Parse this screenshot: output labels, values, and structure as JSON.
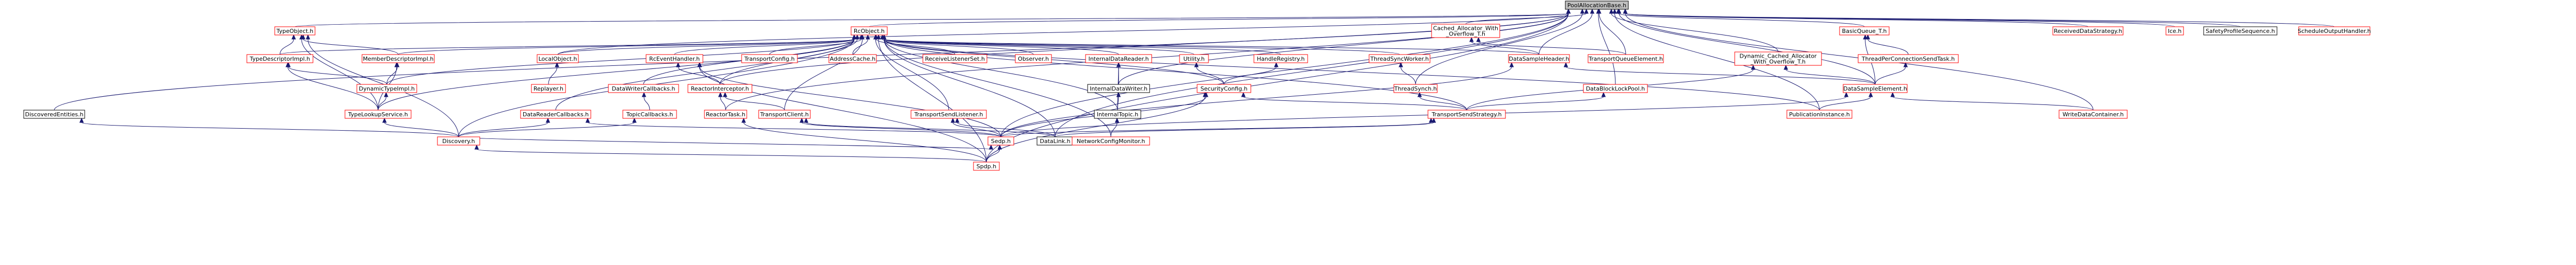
{
  "colors": {
    "node_fill": "#ffffff",
    "node_border": "#ff0000",
    "root_fill": "#bfbfbf",
    "root_border": "#000000",
    "plain_border": "#000000",
    "edge": "#191970"
  },
  "nodes": [
    {
      "id": "root",
      "label": "PoolAllocationBase.h",
      "kind": "root"
    },
    {
      "id": "typeobject",
      "label": "TypeObject.h",
      "kind": "red"
    },
    {
      "id": "rcobject",
      "label": "RcObject.h",
      "kind": "red"
    },
    {
      "id": "cachedalloc",
      "label": [
        "Cached_Allocator_With",
        "_Overflow_T.h"
      ],
      "kind": "red"
    },
    {
      "id": "basicqueue",
      "label": "BasicQueue_T.h",
      "kind": "red"
    },
    {
      "id": "receiveddata",
      "label": "ReceivedDataStrategy.h",
      "kind": "red"
    },
    {
      "id": "ice",
      "label": "Ice.h",
      "kind": "red"
    },
    {
      "id": "safetyprofile",
      "label": "SafetyProfileSequence.h",
      "kind": "plain"
    },
    {
      "id": "scheduleoutput",
      "label": "ScheduleOutputHandler.h",
      "kind": "red"
    },
    {
      "id": "discoveredentities",
      "label": "DiscoveredEntities.h",
      "kind": "plain"
    },
    {
      "id": "typedescriptorimpl",
      "label": "TypeDescriptorImpl.h",
      "kind": "red"
    },
    {
      "id": "memberdescriptorimpl",
      "label": "MemberDescriptorImpl.h",
      "kind": "red"
    },
    {
      "id": "localobject",
      "label": "LocalObject.h",
      "kind": "red"
    },
    {
      "id": "dynamictypeimpl",
      "label": "DynamicTypeImpl.h",
      "kind": "red"
    },
    {
      "id": "replayer",
      "label": "Replayer.h",
      "kind": "red"
    },
    {
      "id": "typelookupservice",
      "label": "TypeLookupService.h",
      "kind": "red"
    },
    {
      "id": "datawritercallbacks",
      "label": "DataWriterCallbacks.h",
      "kind": "red"
    },
    {
      "id": "topiccallbacks",
      "label": "TopicCallbacks.h",
      "kind": "red"
    },
    {
      "id": "rceventhandler",
      "label": "RcEventHandler.h",
      "kind": "red"
    },
    {
      "id": "transportconfig",
      "label": "TransportConfig.h",
      "kind": "red"
    },
    {
      "id": "addresscache",
      "label": "AddressCache.h",
      "kind": "red"
    },
    {
      "id": "receivelistenerset",
      "label": "ReceiveListenerSet.h",
      "kind": "red"
    },
    {
      "id": "observer",
      "label": "Observer.h",
      "kind": "red"
    },
    {
      "id": "internaldatareader",
      "label": "InternalDataReader.h",
      "kind": "red"
    },
    {
      "id": "utility",
      "label": "Utility.h",
      "kind": "red"
    },
    {
      "id": "handleregistry",
      "label": "HandleRegistry.h",
      "kind": "red"
    },
    {
      "id": "threadsyncworker",
      "label": "ThreadSyncWorker.h",
      "kind": "red"
    },
    {
      "id": "datasampleheader",
      "label": "DataSampleHeader.h",
      "kind": "red"
    },
    {
      "id": "transportqueueelement",
      "label": "TransportQueueElement.h",
      "kind": "red"
    },
    {
      "id": "dynamiccachedalloc",
      "label": [
        "Dynamic_Cached_Allocator",
        "_With_Overflow_T.h"
      ],
      "kind": "red"
    },
    {
      "id": "threadperconnection",
      "label": "ThreadPerConnectionSendTask.h",
      "kind": "red"
    },
    {
      "id": "reactorinterceptor",
      "label": "ReactorInterceptor.h",
      "kind": "red"
    },
    {
      "id": "internaldatawriter",
      "label": "InternalDataWriter.h",
      "kind": "plain"
    },
    {
      "id": "securityconfig",
      "label": "SecurityConfig.h",
      "kind": "red"
    },
    {
      "id": "threadsynch",
      "label": "ThreadSynch.h",
      "kind": "red"
    },
    {
      "id": "datablocklockpool",
      "label": "DataBlockLockPool.h",
      "kind": "red"
    },
    {
      "id": "datasampleelement",
      "label": "DataSampleElement.h",
      "kind": "red"
    },
    {
      "id": "datareadercallbacks",
      "label": "DataReaderCallbacks.h",
      "kind": "red"
    },
    {
      "id": "reactortask",
      "label": "ReactorTask.h",
      "kind": "red"
    },
    {
      "id": "transportclient",
      "label": "TransportClient.h",
      "kind": "red"
    },
    {
      "id": "transportsendlistener",
      "label": "TransportSendListener.h",
      "kind": "red"
    },
    {
      "id": "internaltopic",
      "label": "InternalTopic.h",
      "kind": "plain"
    },
    {
      "id": "transportsendstrategy",
      "label": "TransportSendStrategy.h",
      "kind": "red"
    },
    {
      "id": "publicationinstance",
      "label": "PublicationInstance.h",
      "kind": "red"
    },
    {
      "id": "writedatacontainer",
      "label": "WriteDataContainer.h",
      "kind": "red"
    },
    {
      "id": "discovery",
      "label": "Discovery.h",
      "kind": "red"
    },
    {
      "id": "sedp",
      "label": "Sedp.h",
      "kind": "red"
    },
    {
      "id": "datalink",
      "label": "DataLink.h",
      "kind": "plain"
    },
    {
      "id": "networkconfigmonitor",
      "label": "NetworkConfigMonitor.h",
      "kind": "red"
    },
    {
      "id": "spdp",
      "label": "Spdp.h",
      "kind": "red"
    }
  ],
  "edges": [
    [
      "typeobject",
      "root"
    ],
    [
      "rcobject",
      "root"
    ],
    [
      "cachedalloc",
      "root"
    ],
    [
      "basicqueue",
      "root"
    ],
    [
      "receiveddata",
      "root"
    ],
    [
      "ice",
      "root"
    ],
    [
      "safetyprofile",
      "root"
    ],
    [
      "scheduleoutput",
      "root"
    ],
    [
      "discoveredentities",
      "root"
    ],
    [
      "localobject",
      "root"
    ],
    [
      "reactortask",
      "root"
    ],
    [
      "datalink",
      "root"
    ],
    [
      "sedp",
      "root"
    ],
    [
      "spdp",
      "root"
    ],
    [
      "threadsynch",
      "root"
    ],
    [
      "datasampleheader",
      "root"
    ],
    [
      "transportqueueelement",
      "root"
    ],
    [
      "dynamiccachedalloc",
      "root"
    ],
    [
      "datablocklockpool",
      "root"
    ],
    [
      "datasampleelement",
      "root"
    ],
    [
      "writedatacontainer",
      "root"
    ],
    [
      "publicationinstance",
      "root"
    ],
    [
      "internaldatawriter",
      "root"
    ],
    [
      "reactorinterceptor",
      "root"
    ],
    [
      "typedescriptorimpl",
      "typeobject"
    ],
    [
      "memberdescriptorimpl",
      "typeobject"
    ],
    [
      "typelookupservice",
      "typeobject"
    ],
    [
      "discovery",
      "typeobject"
    ],
    [
      "dynamictypeimpl",
      "typedescriptorimpl"
    ],
    [
      "typelookupservice",
      "typedescriptorimpl"
    ],
    [
      "dynamictypeimpl",
      "memberdescriptorimpl"
    ],
    [
      "typelookupservice",
      "memberdescriptorimpl"
    ],
    [
      "typelookupservice",
      "dynamictypeimpl"
    ],
    [
      "discovery",
      "typelookupservice"
    ],
    [
      "replayer",
      "localobject"
    ],
    [
      "topiccallbacks",
      "datawritercallbacks"
    ],
    [
      "discovery",
      "topiccallbacks"
    ],
    [
      "discovery",
      "datareadercallbacks"
    ],
    [
      "sedp",
      "datareadercallbacks"
    ],
    [
      "discovery",
      "discoveredentities"
    ],
    [
      "typedescriptorimpl",
      "rcobject"
    ],
    [
      "memberdescriptorimpl",
      "rcobject"
    ],
    [
      "localobject",
      "rcobject"
    ],
    [
      "dynamictypeimpl",
      "rcobject"
    ],
    [
      "typelookupservice",
      "rcobject"
    ],
    [
      "datawritercallbacks",
      "rcobject"
    ],
    [
      "rceventhandler",
      "rcobject"
    ],
    [
      "transportconfig",
      "rcobject"
    ],
    [
      "addresscache",
      "rcobject"
    ],
    [
      "receivelistenerset",
      "rcobject"
    ],
    [
      "observer",
      "rcobject"
    ],
    [
      "internaldatareader",
      "rcobject"
    ],
    [
      "utility",
      "rcobject"
    ],
    [
      "handleregistry",
      "rcobject"
    ],
    [
      "threadsyncworker",
      "rcobject"
    ],
    [
      "datasampleheader",
      "rcobject"
    ],
    [
      "reactorinterceptor",
      "rcobject"
    ],
    [
      "securityconfig",
      "rcobject"
    ],
    [
      "transportsendlistener",
      "rcobject"
    ],
    [
      "datareadercallbacks",
      "rcobject"
    ],
    [
      "transportclient",
      "rcobject"
    ],
    [
      "discovery",
      "rcobject"
    ],
    [
      "spdp",
      "rcobject"
    ],
    [
      "internaltopic",
      "rcobject"
    ],
    [
      "transportsendstrategy",
      "rcobject"
    ],
    [
      "networkconfigmonitor",
      "rcobject"
    ],
    [
      "datalink",
      "rcobject"
    ],
    [
      "publicationinstance",
      "rcobject"
    ],
    [
      "reactorinterceptor",
      "rceventhandler"
    ],
    [
      "sedp",
      "rceventhandler"
    ],
    [
      "spdp",
      "rceventhandler"
    ],
    [
      "reactortask",
      "reactorinterceptor"
    ],
    [
      "transportclient",
      "reactorinterceptor"
    ],
    [
      "datalink",
      "transportclient"
    ],
    [
      "sedp",
      "transportclient"
    ],
    [
      "sedp",
      "transportsendlistener"
    ],
    [
      "datalink",
      "transportsendlistener"
    ],
    [
      "spdp",
      "reactortask"
    ],
    [
      "internaldatawriter",
      "internaldatareader"
    ],
    [
      "internaltopic",
      "internaldatareader"
    ],
    [
      "internaltopic",
      "internaldatawriter"
    ],
    [
      "networkconfigmonitor",
      "internaltopic"
    ],
    [
      "securityconfig",
      "utility"
    ],
    [
      "securityconfig",
      "handleregistry"
    ],
    [
      "sedp",
      "securityconfig"
    ],
    [
      "spdp",
      "securityconfig"
    ],
    [
      "transportsendstrategy",
      "securityconfig"
    ],
    [
      "threadsynch",
      "threadsyncworker"
    ],
    [
      "transportsendstrategy",
      "threadsynch"
    ],
    [
      "transportsendstrategy",
      "datablocklockpool"
    ],
    [
      "sedp",
      "transportsendstrategy"
    ],
    [
      "datalink",
      "transportsendstrategy"
    ],
    [
      "transportqueueelement",
      "cachedalloc"
    ],
    [
      "datasampleheader",
      "cachedalloc"
    ],
    [
      "datasampleelement",
      "datasampleheader"
    ],
    [
      "sedp",
      "datasampleheader"
    ],
    [
      "threadperconnection",
      "basicqueue"
    ],
    [
      "datasampleelement",
      "basicqueue"
    ],
    [
      "datasampleelement",
      "threadperconnection"
    ],
    [
      "transportsendstrategy",
      "dynamiccachedalloc"
    ],
    [
      "datasampleelement",
      "dynamiccachedalloc"
    ],
    [
      "publicationinstance",
      "datasampleelement"
    ],
    [
      "writedatacontainer",
      "datasampleelement"
    ],
    [
      "sedp",
      "datasampleelement"
    ],
    [
      "discovery",
      "sedp"
    ],
    [
      "spdp",
      "sedp"
    ],
    [
      "spdp",
      "discovery"
    ]
  ]
}
